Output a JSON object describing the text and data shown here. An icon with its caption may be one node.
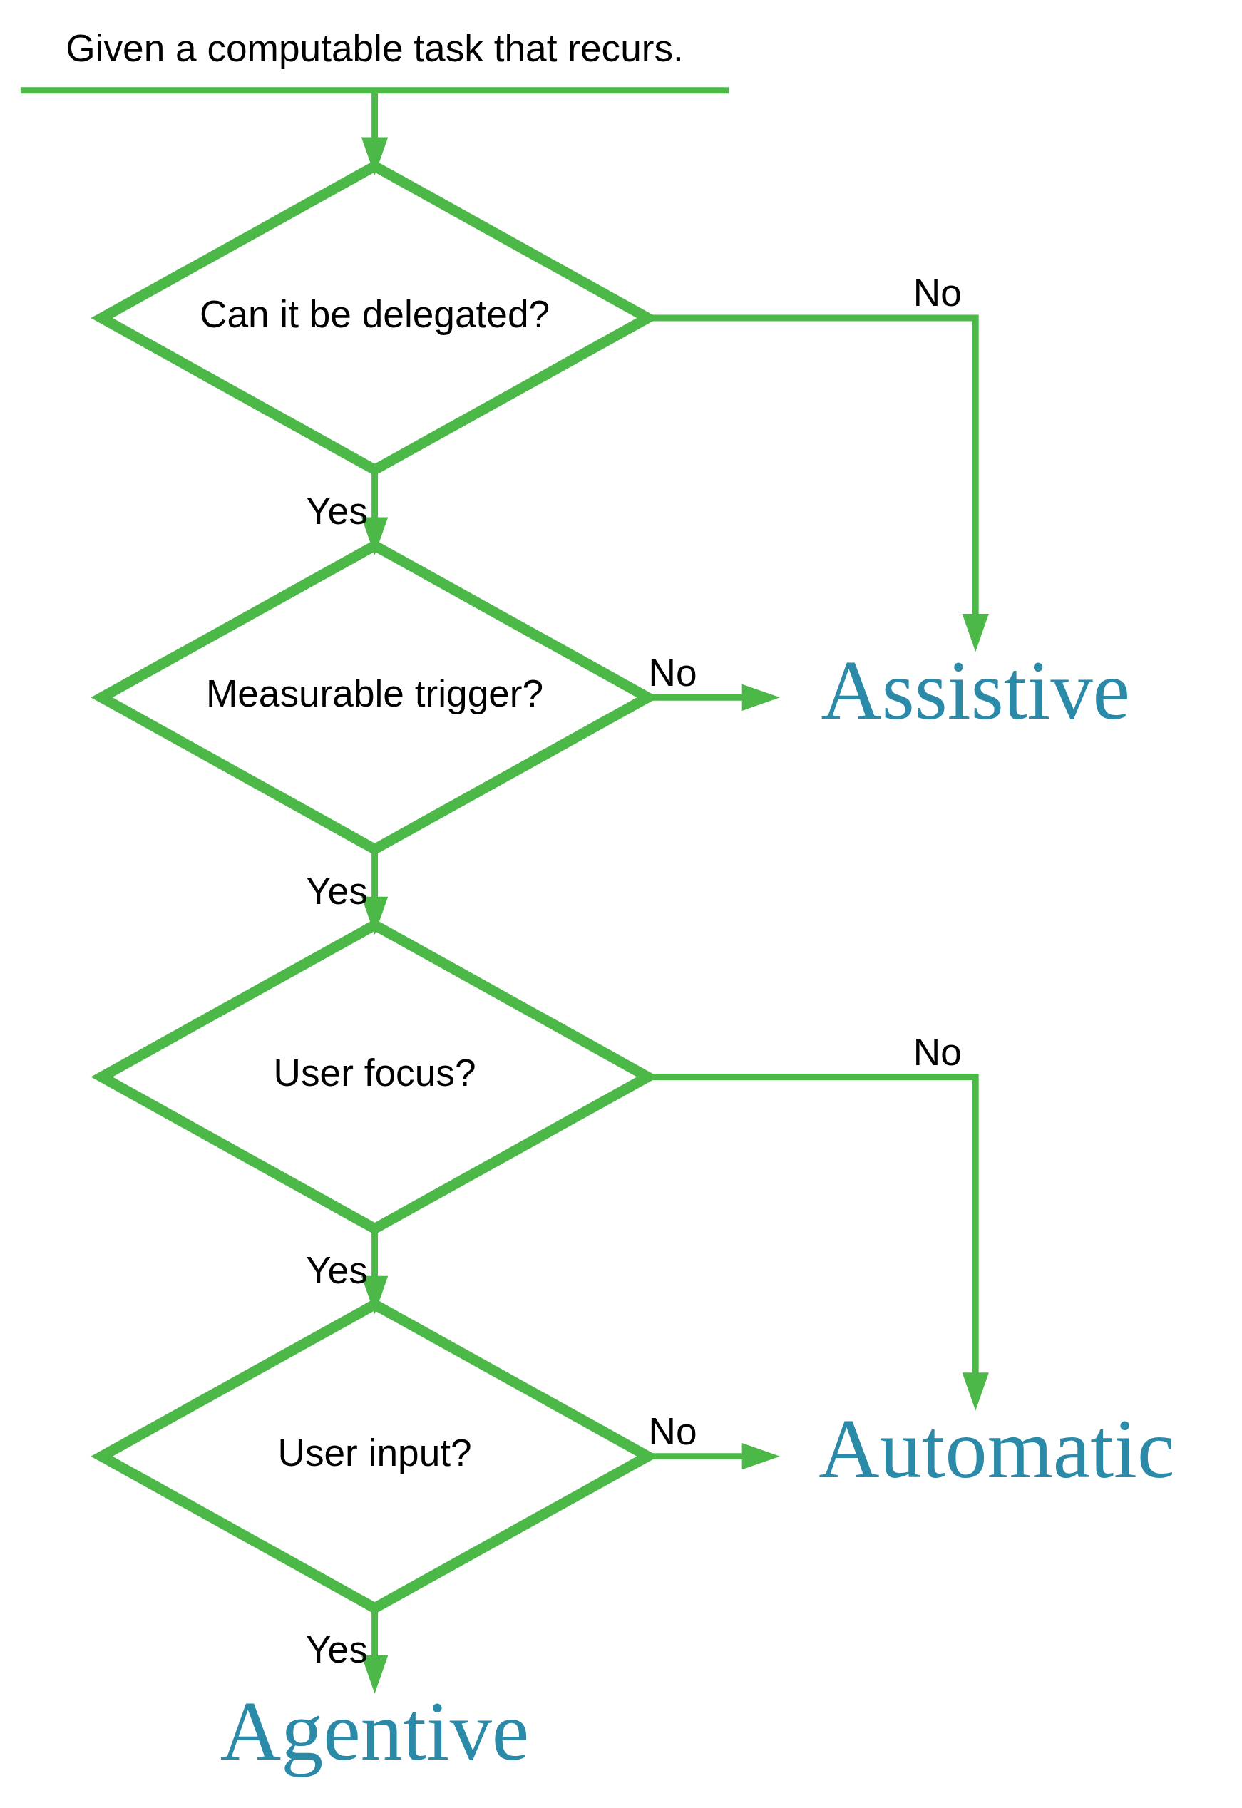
{
  "diagram": {
    "nodes": [
      {
        "text": [
          "Given a computable task that recurs."
        ]
      },
      {
        "text": [
          "Can it be delegated?"
        ]
      },
      {
        "text": [
          "Measurable trigger?"
        ]
      },
      {
        "text": [
          "User focus?"
        ]
      },
      {
        "text": [
          "User input?"
        ]
      },
      {
        "text": [
          "Assistive"
        ]
      },
      {
        "text": [
          "Automatic"
        ]
      },
      {
        "text": [
          "Agentive"
        ]
      }
    ],
    "edges": [
      {
        "from": 0,
        "to": 1,
        "arrow": "to"
      },
      {
        "from": 1,
        "to": 5,
        "arrow": "to",
        "label": "No"
      },
      {
        "from": 1,
        "to": 2,
        "arrow": "to",
        "label": "Yes"
      },
      {
        "from": 2,
        "to": 5,
        "arrow": "to",
        "label": "No"
      },
      {
        "from": 2,
        "to": 3,
        "arrow": "to",
        "label": "Yes"
      },
      {
        "from": 3,
        "to": 6,
        "arrow": "to",
        "label": "No"
      },
      {
        "from": 3,
        "to": 4,
        "arrow": "to",
        "label": "Yes"
      },
      {
        "from": 4,
        "to": 6,
        "arrow": "to",
        "label": "No"
      },
      {
        "from": 4,
        "to": 7,
        "arrow": "to",
        "label": "Yes"
      }
    ]
  }
}
